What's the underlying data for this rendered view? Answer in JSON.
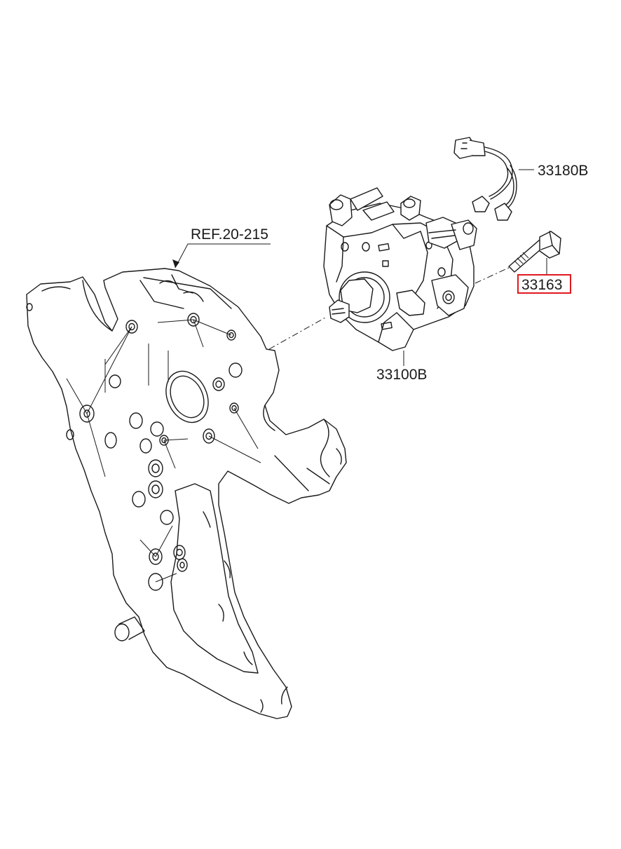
{
  "labels": {
    "ref": "REF.20-215",
    "sensor": "33180B",
    "bolt": "33163",
    "pump": "33100B"
  },
  "highlight": {
    "part": "33163",
    "color": "#e0191f"
  }
}
